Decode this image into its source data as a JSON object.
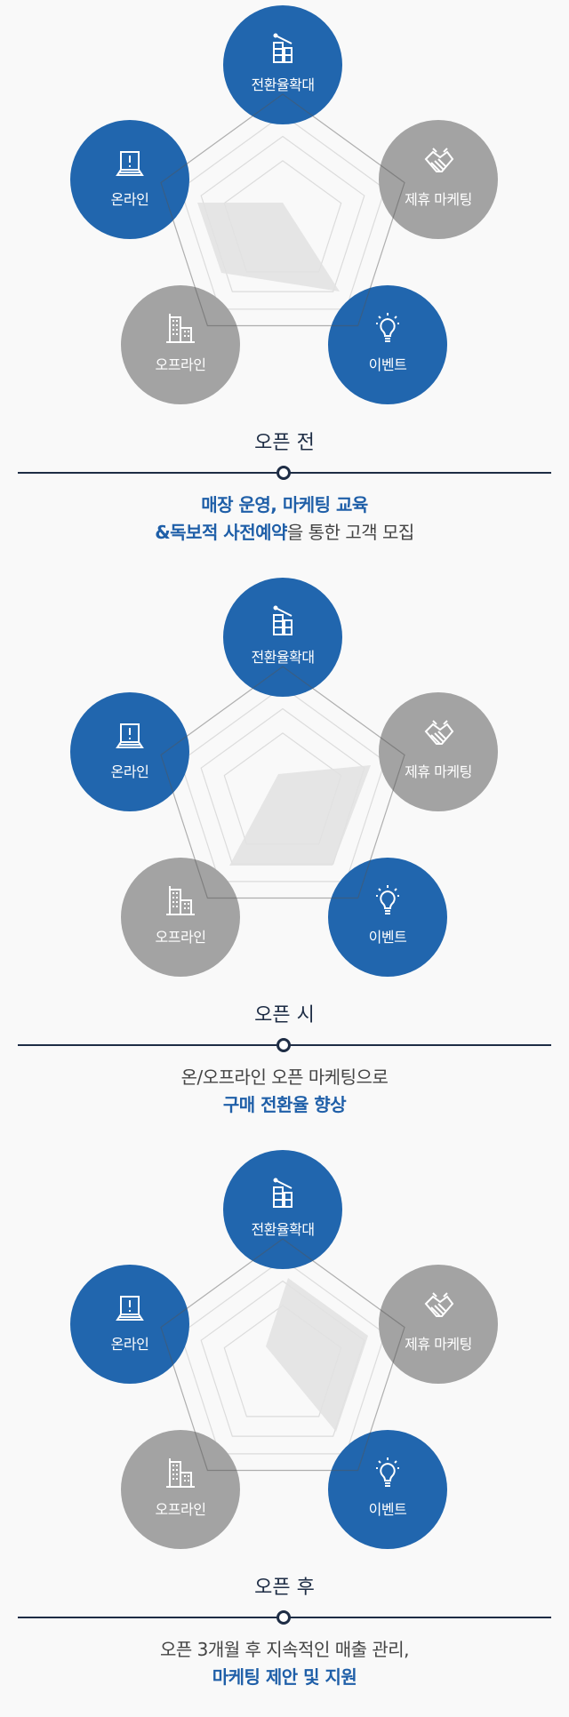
{
  "colors": {
    "blue": "#2166ae",
    "gray": "#a3a3a3",
    "navy": "#1e2d45",
    "highlight": "#1f5fa8"
  },
  "nodes": [
    {
      "label": "전환율확대",
      "icon": "conversion-chart-icon",
      "color": "blue"
    },
    {
      "label": "제휴 마케팅",
      "icon": "handshake-icon",
      "color": "gray"
    },
    {
      "label": "이벤트",
      "icon": "lightbulb-icon",
      "color": "blue"
    },
    {
      "label": "오프라인",
      "icon": "building-icon",
      "color": "gray"
    },
    {
      "label": "온라인",
      "icon": "laptop-alert-icon",
      "color": "blue"
    }
  ],
  "sections": [
    {
      "title": "오픈 전",
      "lines": [
        [
          {
            "text": "매장 운영, 마케팅 교육",
            "hl": true
          }
        ],
        [
          {
            "text": "&독보적 사전예약",
            "hl": true
          },
          {
            "text": "을 통한 고객 모집",
            "hl": false
          }
        ]
      ]
    },
    {
      "title": "오픈 시",
      "lines": [
        [
          {
            "text": "온/오프라인 오픈 마케팅으로",
            "hl": false
          }
        ],
        [
          {
            "text": "구매 전환율 향상",
            "hl": true
          }
        ]
      ]
    },
    {
      "title": "오픈 후",
      "lines": [
        [
          {
            "text": "오픈 3개월 후 지속적인 매출 관리,",
            "hl": false
          }
        ],
        [
          {
            "text": "마케팅 제안 및 지원",
            "hl": true
          }
        ]
      ]
    }
  ]
}
